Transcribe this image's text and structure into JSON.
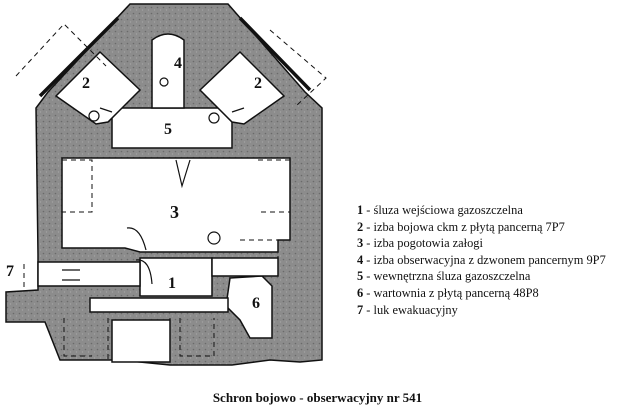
{
  "rooms": {
    "r1": "1",
    "r2_left": "2",
    "r2_right": "2",
    "r3": "3",
    "r4": "4",
    "r5": "5",
    "r6": "6",
    "r7": "7"
  },
  "legend": [
    {
      "num": "1",
      "text": " - śluza wejściowa gazoszczelna"
    },
    {
      "num": "2",
      "text": " - izba bojowa ckm z płytą pancerną 7P7"
    },
    {
      "num": "3",
      "text": " - izba pogotowia załogi"
    },
    {
      "num": "4",
      "text": " - izba obserwacyjna z dzwonem pancernym 9P7"
    },
    {
      "num": "5",
      "text": " - wewnętrzna śluza gazoszczelna"
    },
    {
      "num": "6",
      "text": " - wartownia z płytą pancerną 48P8"
    },
    {
      "num": "7",
      "text": " - luk ewakuacyjny"
    }
  ],
  "caption": "Schron bojowo - obserwacyjny nr 541",
  "colors": {
    "concrete": "#8a8a8a",
    "line": "#111111",
    "background": "#ffffff"
  }
}
